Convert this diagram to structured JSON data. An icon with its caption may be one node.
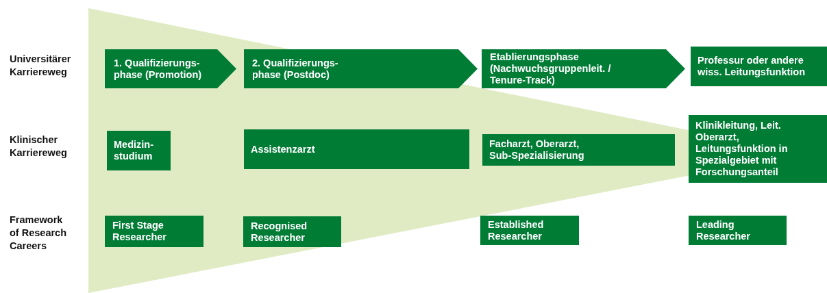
{
  "diagram": {
    "nodes": [
      {
        "text": [
          "1. Qualifizierungs- phase (Promotion)"
        ]
      },
      {
        "text": [
          "2. Qualifizierungs- phase (Postdoc)"
        ]
      },
      {
        "text": [
          "Etablierungsphase (Nachwuchsgruppenleit. / Tenure-Track)"
        ]
      },
      {
        "text": [
          "Professur oder andere wiss. Leitungsfunktion"
        ]
      },
      {
        "text": [
          "Medizin- studium"
        ]
      },
      {
        "text": [
          "Assistenzarzt"
        ]
      },
      {
        "text": [
          "Facharzt, Oberarzt, Sub-Spezialisierung"
        ]
      },
      {
        "text": [
          "Klinikleitung, Leit. Oberarzt, Leitungsfunktion in Spezialgebiet mit Forschungsanteil"
        ]
      },
      {
        "text": [
          "First Stage Researcher"
        ]
      },
      {
        "text": [
          "Recognised Researcher"
        ]
      },
      {
        "text": [
          "Established Researcher"
        ]
      },
      {
        "text": [
          "Leading Researcher"
        ]
      }
    ],
    "labels": [
      "Universitärer Karriereweg",
      "Klinischer Karriereweg",
      "Framework of Research Careers"
    ]
  }
}
